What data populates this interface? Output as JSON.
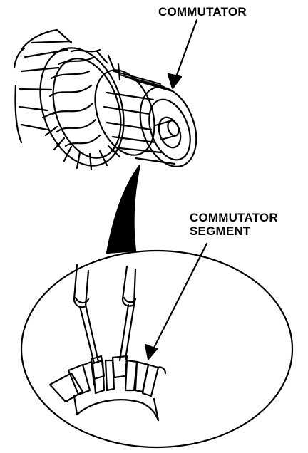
{
  "labels": {
    "commutator": "COMMUTATOR",
    "segment_line1": "COMMUTATOR",
    "segment_line2": "SEGMENT"
  },
  "colors": {
    "ink": "#000000",
    "paper": "#ffffff"
  }
}
